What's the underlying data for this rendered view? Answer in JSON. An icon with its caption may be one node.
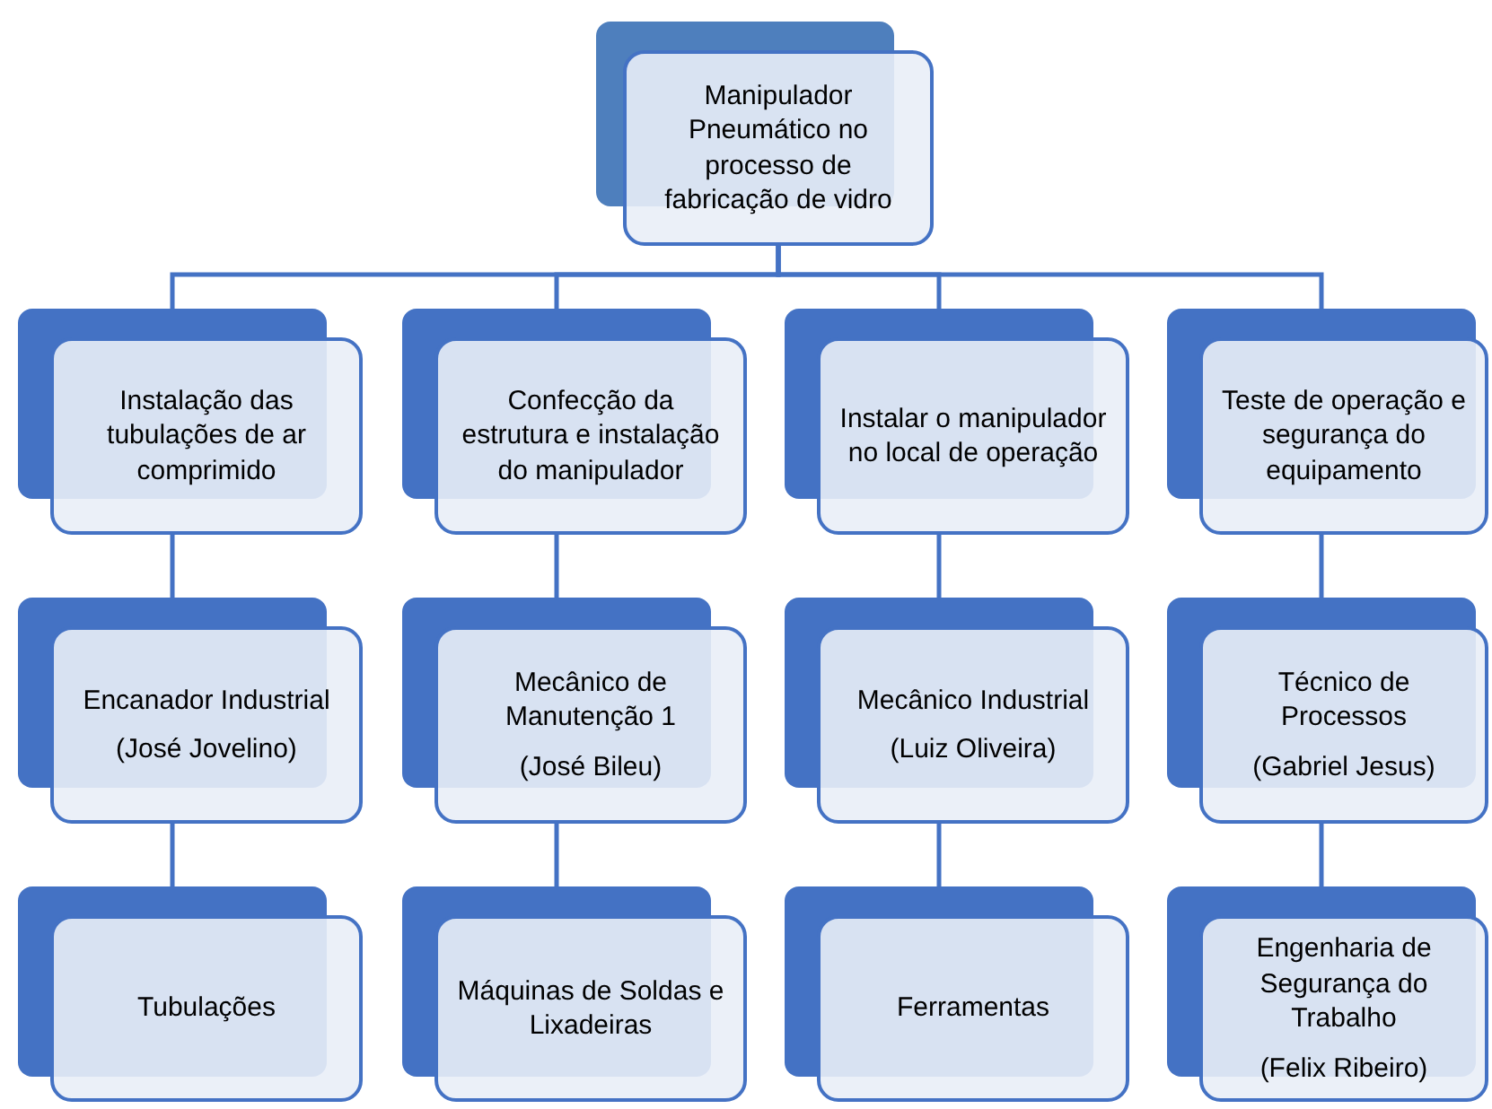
{
  "diagram": {
    "nodes": [
      {
        "text": [
          "Manipulador Pneumático no processo de fabricação de vidro"
        ]
      },
      {
        "text": [
          "Instalação das tubulações de ar comprimido"
        ]
      },
      {
        "text": [
          "Confecção da estrutura e instalação do manipulador"
        ]
      },
      {
        "text": [
          "Instalar o manipulador no local de operação"
        ]
      },
      {
        "text": [
          "Teste de operação e segurança do equipamento"
        ]
      },
      {
        "text": [
          "Encanador Industrial",
          "(José Jovelino)"
        ]
      },
      {
        "text": [
          "Mecânico de Manutenção 1",
          "(José Bileu)"
        ]
      },
      {
        "text": [
          "Mecânico Industrial",
          "(Luiz Oliveira)"
        ]
      },
      {
        "text": [
          "Técnico de Processos",
          "(Gabriel Jesus)"
        ]
      },
      {
        "text": [
          "Tubulações"
        ]
      },
      {
        "text": [
          "Máquinas de Soldas e Lixadeiras"
        ]
      },
      {
        "text": [
          "Ferramentas"
        ]
      },
      {
        "text": [
          "Engenharia de Segurança do Trabalho",
          "(Felix Ribeiro)"
        ]
      }
    ],
    "edges": [
      {
        "from": 0,
        "to": 1,
        "arrow": "none"
      },
      {
        "from": 0,
        "to": 2,
        "arrow": "none"
      },
      {
        "from": 0,
        "to": 3,
        "arrow": "none"
      },
      {
        "from": 0,
        "to": 4,
        "arrow": "none"
      },
      {
        "from": 1,
        "to": 5,
        "arrow": "none"
      },
      {
        "from": 2,
        "to": 6,
        "arrow": "none"
      },
      {
        "from": 3,
        "to": 7,
        "arrow": "none"
      },
      {
        "from": 4,
        "to": 8,
        "arrow": "none"
      },
      {
        "from": 5,
        "to": 9,
        "arrow": "none"
      },
      {
        "from": 6,
        "to": 10,
        "arrow": "none"
      },
      {
        "from": 7,
        "to": 11,
        "arrow": "none"
      },
      {
        "from": 8,
        "to": 12,
        "arrow": "none"
      }
    ]
  }
}
